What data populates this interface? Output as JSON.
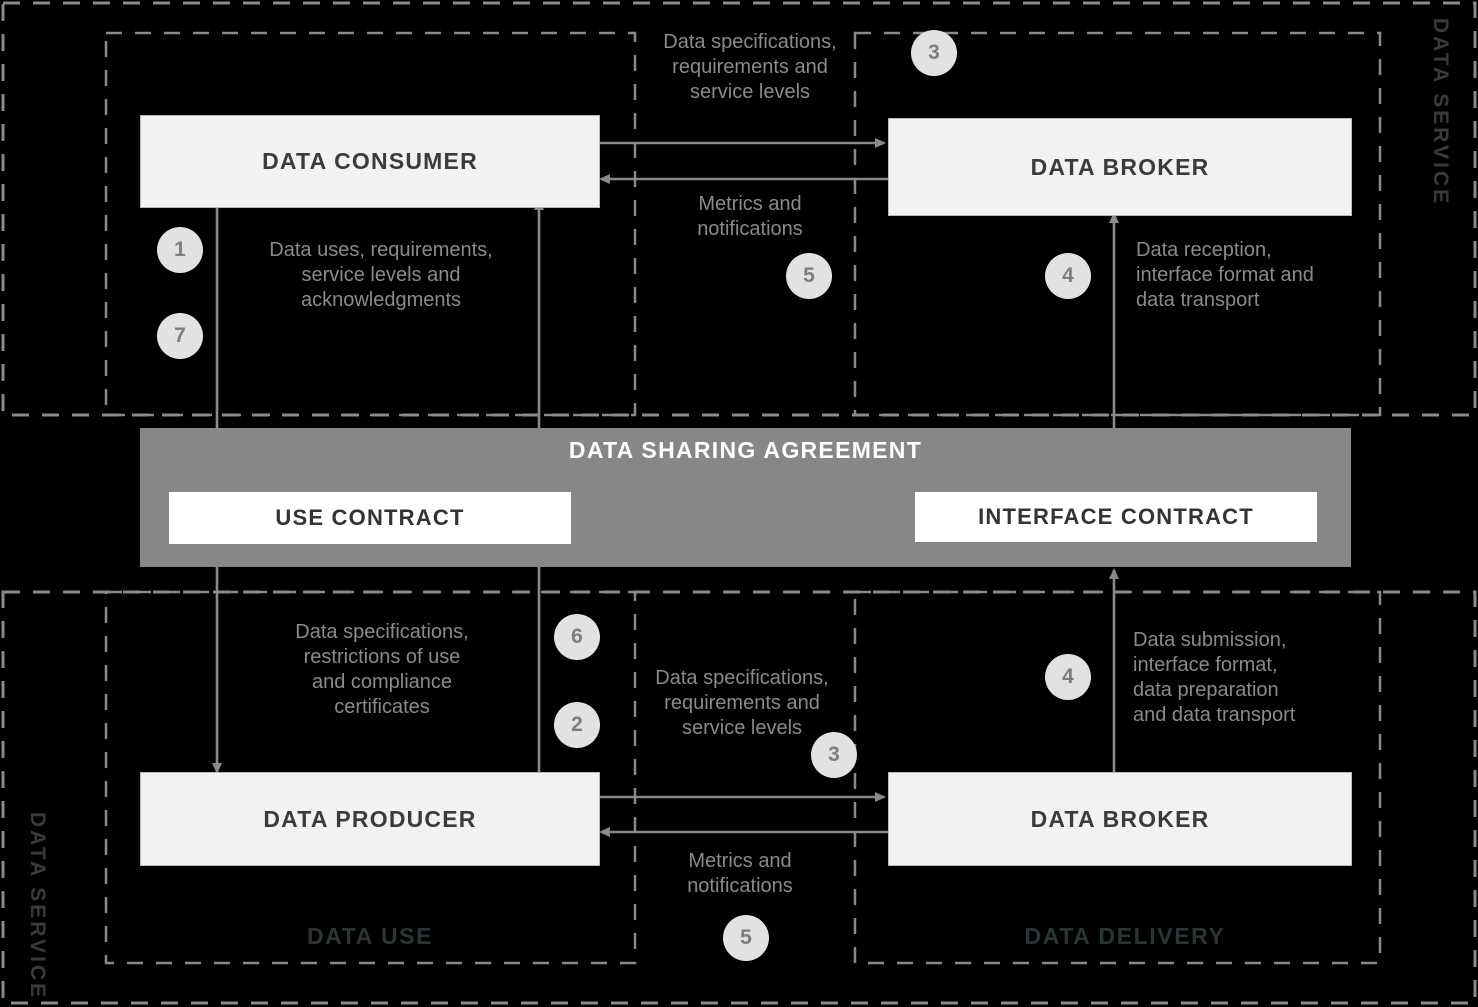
{
  "diagram": {
    "title": "Data service data sharing agreement flow",
    "colors": {
      "background": "#000000",
      "entity_fill": "#f2f2f2",
      "entity_text": "#3b3b3b",
      "agreement_band": "#878787",
      "contract_fill": "#ffffff",
      "bubble_fill": "#e2e2e2",
      "bubble_text": "#7d7d7d",
      "note_text": "#8a8a8a",
      "boundary_dash": "#8a8a8a",
      "arrow": "#808080",
      "zone_caption": "#2d3436"
    }
  },
  "entities": {
    "data_consumer": "DATA CONSUMER",
    "data_broker_top": "DATA BROKER",
    "data_producer": "DATA PRODUCER",
    "data_broker_bottom": "DATA BROKER"
  },
  "agreement": {
    "title": "DATA SHARING AGREEMENT",
    "use_contract": "USE CONTRACT",
    "interface_contract": "INTERFACE CONTRACT"
  },
  "zones": {
    "service_right": "DATA SERVICE",
    "service_left": "DATA SERVICE",
    "data_use": "DATA USE",
    "data_delivery": "DATA DELIVERY"
  },
  "notes": {
    "consumer_to_broker": "Data specifications,\nrequirements and\nservice levels",
    "broker_to_consumer": "Metrics and\nnotifications",
    "consumer_contract": "Data uses, requirements,\nservice levels and\nacknowledgments",
    "broker_reception": "Data reception,\ninterface format and\ndata transport",
    "producer_contract": "Data specifications,\nrestrictions of use\nand compliance\ncertificates",
    "producer_to_broker": "Data specifications,\nrequirements and\nservice levels",
    "broker_to_producer": "Metrics and\nnotifications",
    "broker_submission": "Data submission,\ninterface format,\ndata preparation\nand data transport"
  },
  "steps": {
    "s1": "1",
    "s7": "7",
    "s3_top": "3",
    "s5_top": "5",
    "s4_top": "4",
    "s6": "6",
    "s2": "2",
    "s3_bottom": "3",
    "s5_bottom": "5",
    "s4_bottom": "4"
  }
}
